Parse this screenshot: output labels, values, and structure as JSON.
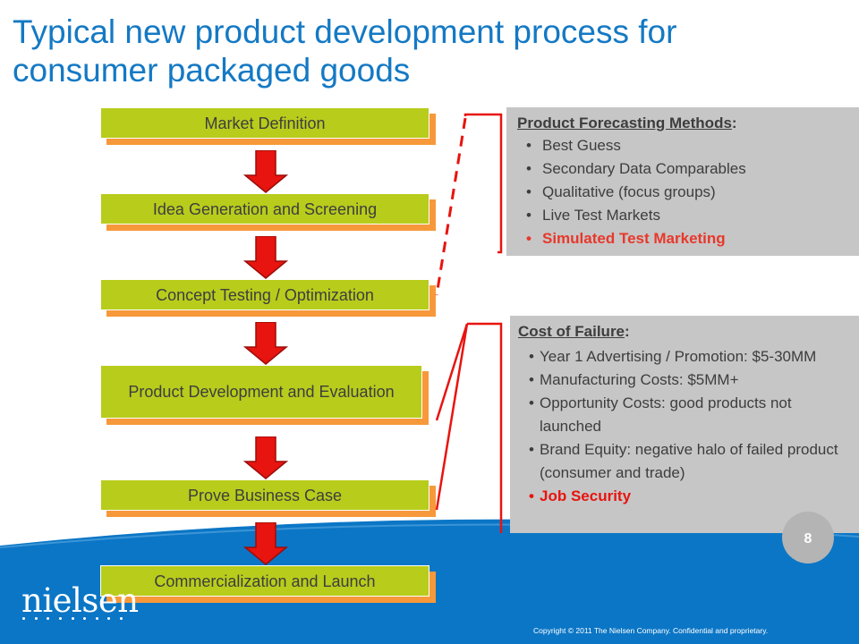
{
  "title": "Typical new product development process for consumer packaged goods",
  "process_steps": [
    "Market Definition",
    "Idea Generation and Screening",
    "Concept Testing / Optimization",
    "Product Development and Evaluation",
    "Prove Business Case",
    "Commercialization and Launch"
  ],
  "forecasting_panel": {
    "heading": "Product Forecasting Methods",
    "heading_suffix": ":",
    "items": [
      "Best Guess",
      "Secondary Data Comparables",
      "Qualitative (focus groups)",
      "Live Test Markets",
      "Simulated Test Marketing"
    ],
    "highlight_index": 4
  },
  "failure_panel": {
    "heading": "Cost of Failure",
    "heading_suffix": ":",
    "items": [
      "Year 1 Advertising / Promotion: $5-30MM",
      "Manufacturing Costs: $5MM+",
      "Opportunity Costs: good products not launched",
      "Brand Equity: negative halo of failed product (consumer and trade)",
      "Job Security"
    ],
    "highlight_index": 4
  },
  "page_number": "8",
  "logo_text": "nielsen",
  "copyright": "Copyright © 2011 The Nielsen Company. Confidential and proprietary.",
  "bullet_char": "•",
  "colors": {
    "title": "#1479c4",
    "step_fill": "#b8cc1c",
    "step_shadow": "#f7993a",
    "arrow": "#e8140f",
    "bracket": "#e8140f",
    "panel": "#c6c6c6",
    "highlight": "#e8382b",
    "footer_blue": "#0b76c6"
  }
}
